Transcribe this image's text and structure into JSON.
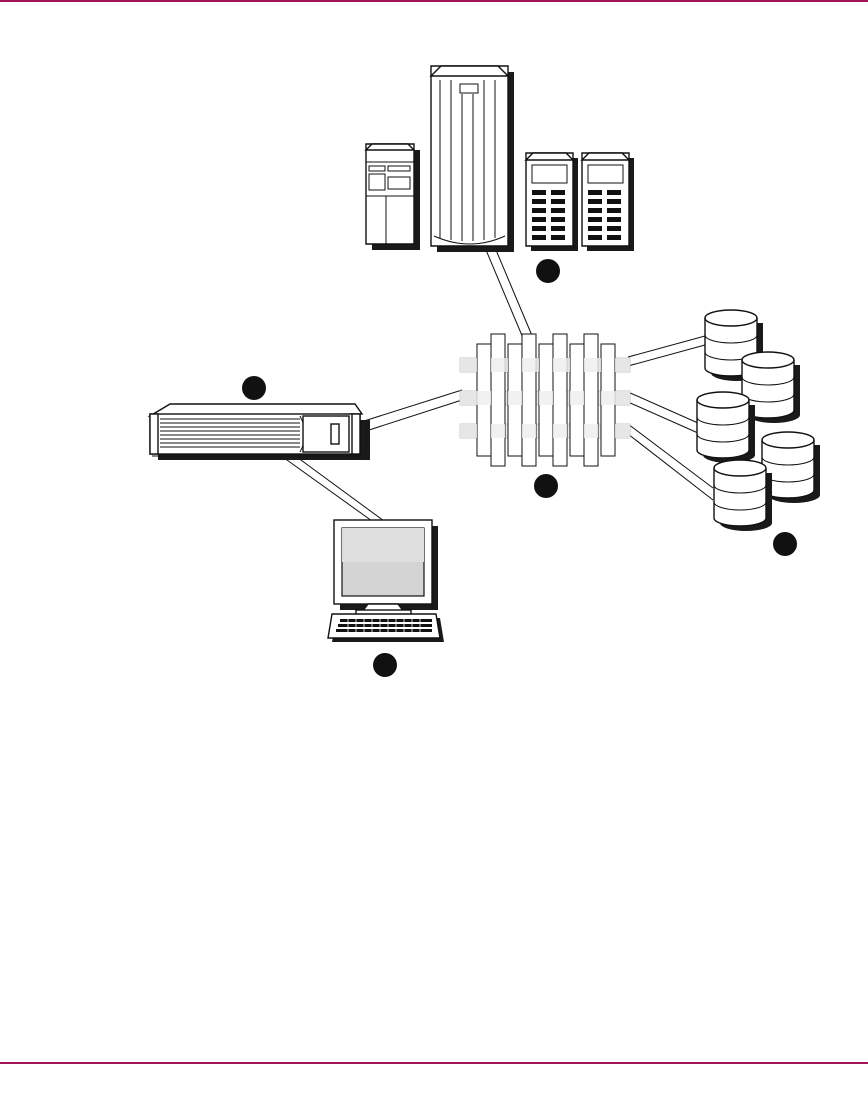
{
  "colors": {
    "rule": "#a0145c",
    "ink": "#111111",
    "fabric_light": "#e9e9e9",
    "screen": "#d4d4d4"
  },
  "diagram": {
    "callouts": [
      "",
      "",
      "",
      "",
      ""
    ],
    "components": [
      "host-servers",
      "storage-management-appliance",
      "fibre-channel-fabric",
      "storage-arrays",
      "management-workstation"
    ]
  }
}
